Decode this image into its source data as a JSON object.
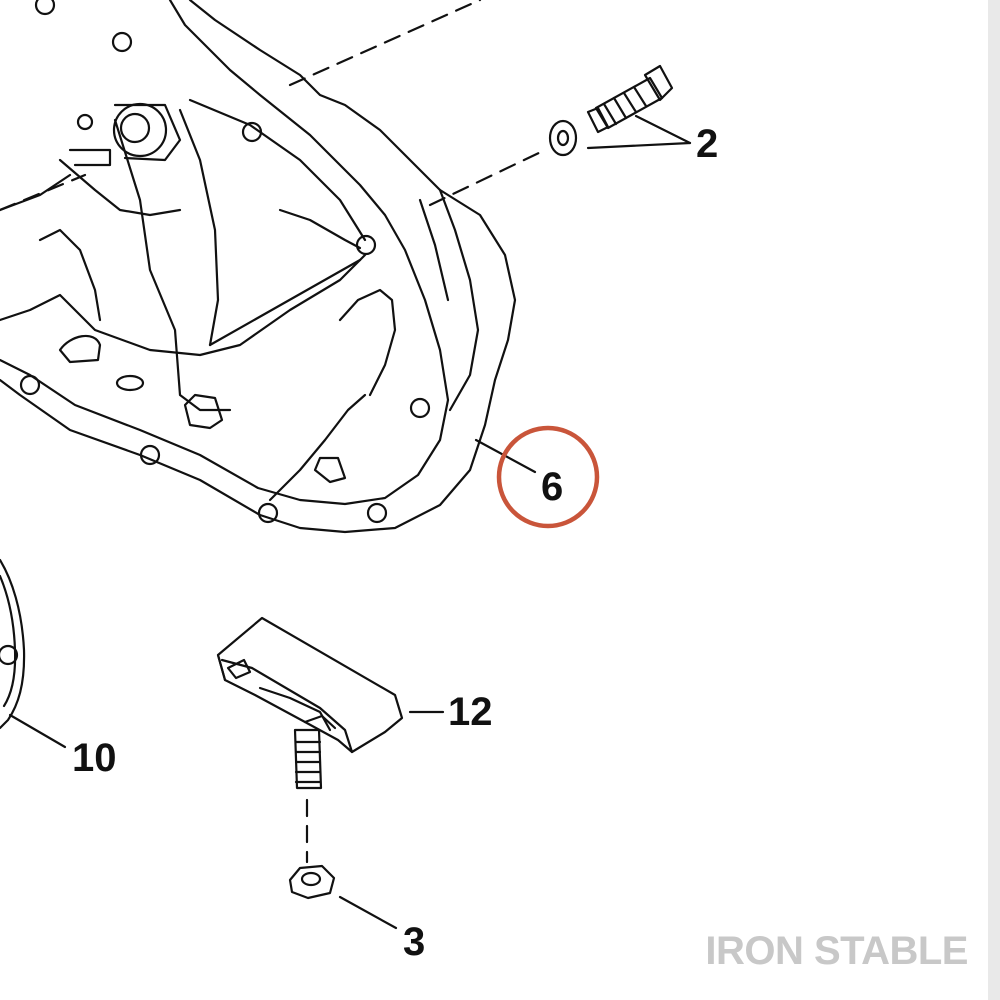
{
  "callouts": [
    {
      "id": "2",
      "label": "2"
    },
    {
      "id": "6",
      "label": "6",
      "highlighted": true
    },
    {
      "id": "12",
      "label": "12"
    },
    {
      "id": "10",
      "label": "10"
    },
    {
      "id": "3",
      "label": "3"
    }
  ],
  "watermark": "IRON STABLE",
  "colors": {
    "line": "#111111",
    "highlight_circle": "#c9553a",
    "watermark": "#c8c8c8",
    "background": "#ffffff"
  }
}
